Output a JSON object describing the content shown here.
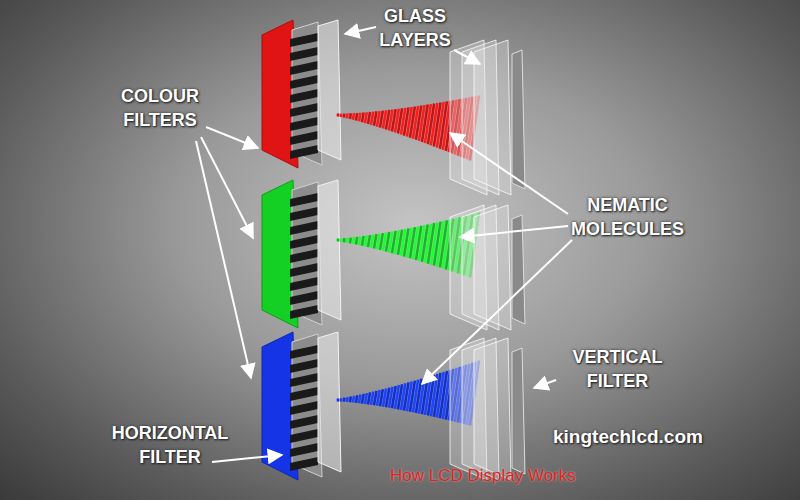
{
  "diagram": {
    "caption": "How LCD Display Works",
    "labels": [
      "GLASS LAYERS",
      "COLOUR FILTERS",
      "NEMATIC MOLECULES",
      "VERTICAL FILTER",
      "HORIZONTAL FILTER",
      "kingtechlcd.com"
    ]
  }
}
